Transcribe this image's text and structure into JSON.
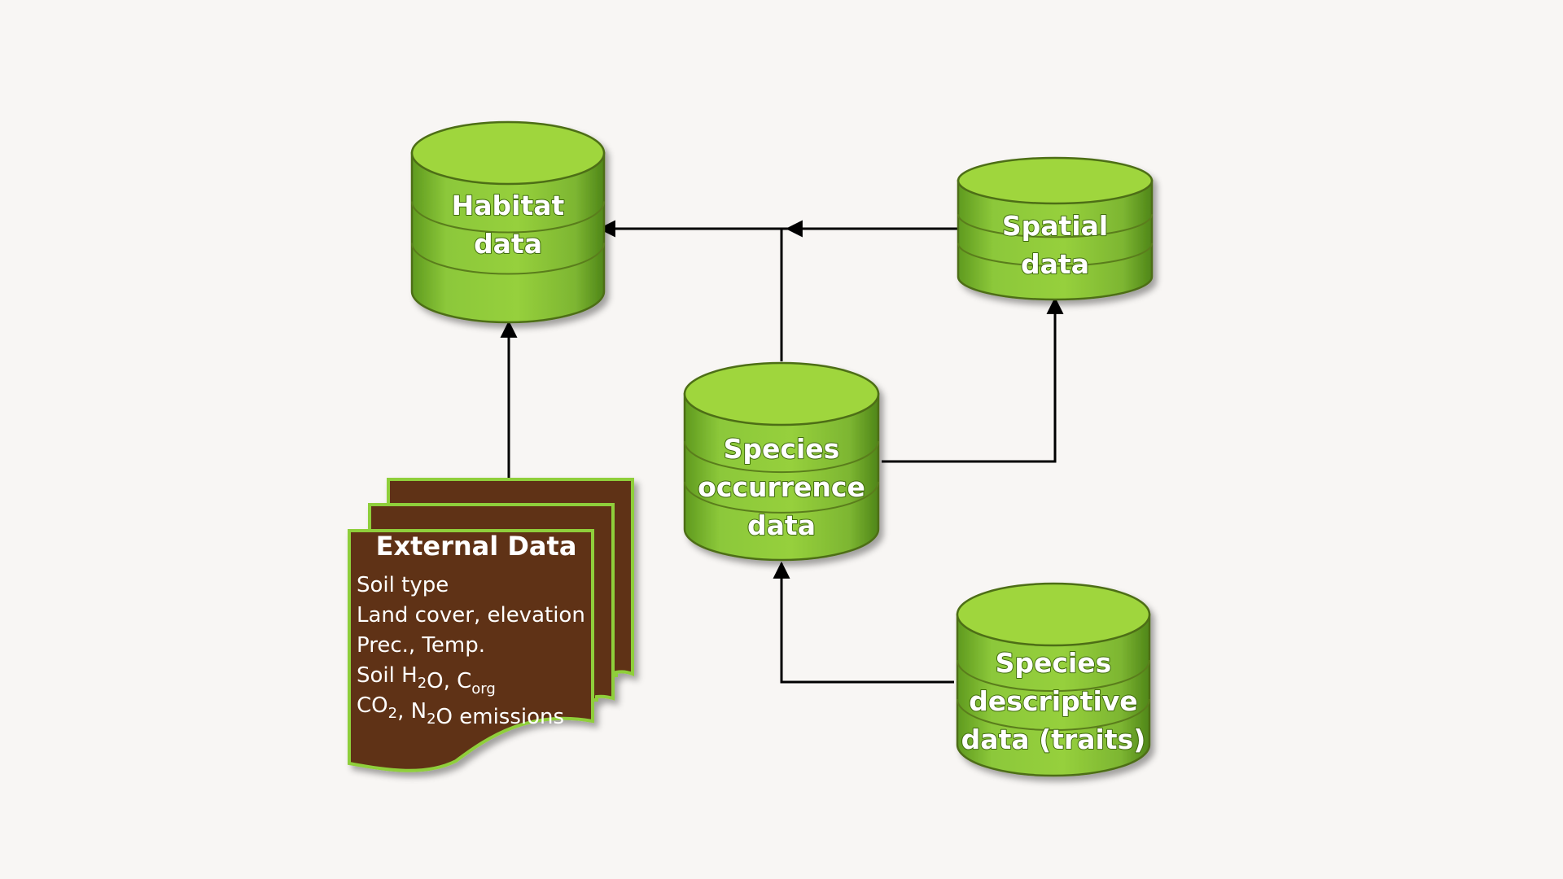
{
  "databases": {
    "habitat": {
      "lines": [
        "Habitat",
        "data"
      ]
    },
    "spatial": {
      "lines": [
        "Spatial",
        "data"
      ]
    },
    "occurrence": {
      "lines": [
        "Species",
        "occurrence",
        "data"
      ]
    },
    "descriptive": {
      "lines": [
        "Species",
        "descriptive",
        "data (traits)"
      ]
    }
  },
  "external_data": {
    "title": "External Data",
    "items": [
      {
        "text": "Soil type"
      },
      {
        "text": "Land cover, elevation"
      },
      {
        "text": "Prec., Temp."
      },
      {
        "parts": [
          {
            "t": "Soil H"
          },
          {
            "t": "2",
            "sub": true
          },
          {
            "t": "O, C"
          },
          {
            "t": "org",
            "sub": true
          }
        ],
        "text": "Soil H2O, Corg"
      },
      {
        "parts": [
          {
            "t": "CO"
          },
          {
            "t": "2",
            "sub": true
          },
          {
            "t": ", N"
          },
          {
            "t": "2",
            "sub": true
          },
          {
            "t": "O emissions"
          }
        ],
        "text": "CO2, N2O emissions"
      }
    ]
  },
  "connections": [
    {
      "from": "Spatial data",
      "to": "Habitat data"
    },
    {
      "from": "Species occurrence data",
      "to": "Habitat data"
    },
    {
      "from": "Species occurrence data",
      "to": "Spatial data"
    },
    {
      "from": "Species descriptive data (traits)",
      "to": "Species occurrence data"
    },
    {
      "from": "External Data",
      "to": "Habitat data"
    }
  ],
  "colors": {
    "background": "#f8f6f4",
    "cylinder_body": "#8cc83a",
    "cylinder_top": "#9fd63c",
    "cylinder_outline": "#5a7d1c",
    "document_fill": "#5e3115",
    "document_border": "#8fcf3a",
    "arrow": "#000000"
  }
}
